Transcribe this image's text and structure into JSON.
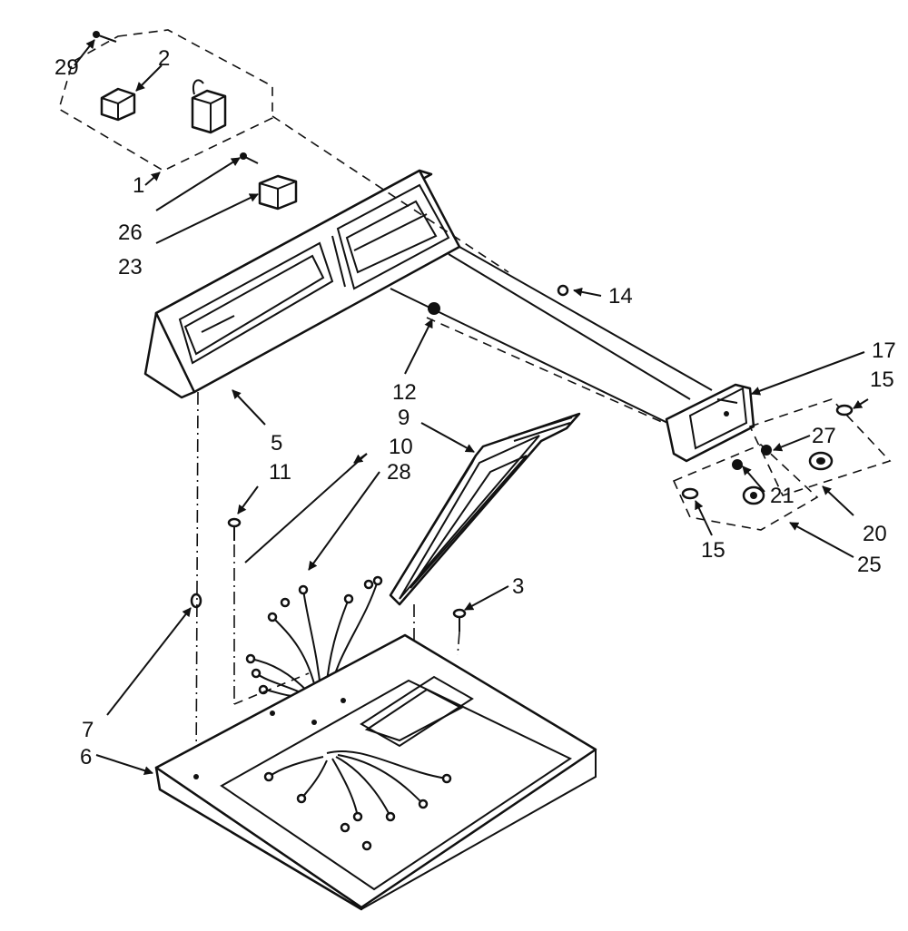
{
  "callouts": {
    "c29": "29",
    "c2": "2",
    "c1": "1",
    "c26": "26",
    "c23": "23",
    "c14": "14",
    "c17": "17",
    "c15a": "15",
    "c12": "12",
    "c9": "9",
    "c5": "5",
    "c10": "10",
    "c11": "11",
    "c28": "28",
    "c27": "27",
    "c21": "21",
    "c20": "20",
    "c25": "25",
    "c15b": "15",
    "c3": "3",
    "c7": "7",
    "c6": "6"
  }
}
